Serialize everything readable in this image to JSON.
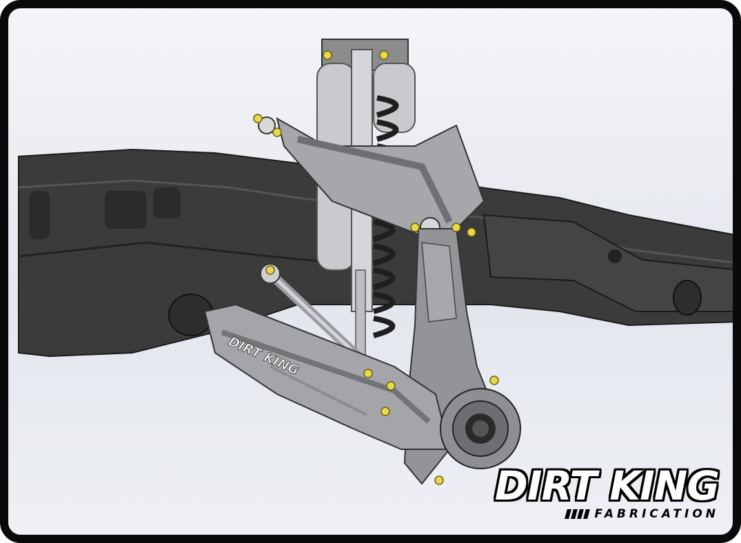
{
  "brand": {
    "name_main": "DIRT KING",
    "name_sub": "FABRICATION",
    "arm_engraving": "DIRT KING"
  },
  "colors": {
    "frame_border": "#0a0a0a",
    "chassis": "#3a3a3a",
    "aluminum": "#c9cacd",
    "bolts": "#e8d94a"
  }
}
